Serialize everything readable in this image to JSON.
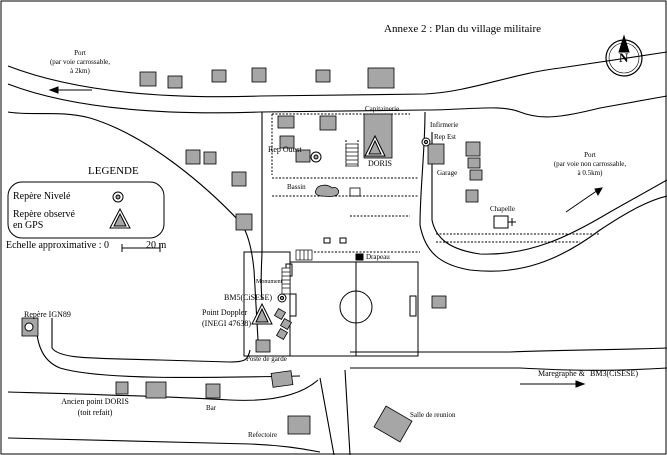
{
  "title": "Annexe 2 : Plan du village militaire",
  "north": "N",
  "legend": {
    "title": "LEGENDE",
    "leveled": "Repère Nivelé",
    "gps_line1": "Repère observé",
    "gps_line2": "en GPS"
  },
  "scale": {
    "label": "Echelle approximative : 0",
    "end": "20 m"
  },
  "labels": {
    "port_west_1": "Port",
    "port_west_2": "(par voie carrossable,",
    "port_west_3": "à 2km)",
    "port_east_1": "Port",
    "port_east_2": "(par voie non carrossable,",
    "port_east_3": "à 0.5km)",
    "capitainerie": "Capitainerie",
    "infirmerie": "Infirmerie",
    "rep_est": "Rep Est",
    "rep_ouest": "Rep Ouest",
    "doris": "DORIS",
    "garage": "Garage",
    "bassin": "Bassin",
    "chapelle": "Chapelle",
    "drapeau": "Drapeau",
    "monument": "Monument",
    "bm5": "BM5(CiSESE)",
    "doppler_1": "Point Doppler",
    "doppler_2": "(INEGI 47638)",
    "repere_ign_1": "Repère IGN89",
    "poste_garde": "Poste de garde",
    "maregraphe": "Maregraphe &",
    "bm3": "BM3(CiSESE)",
    "ancien_doris_1": "Ancien point DORIS",
    "ancien_doris_2": "(toit refait)",
    "bar": "Bar",
    "salle_reunion": "Salle de reunion",
    "refectoire": "Refectoire"
  },
  "colors": {
    "building_fill": "#a6a6a6",
    "line": "#000000"
  }
}
